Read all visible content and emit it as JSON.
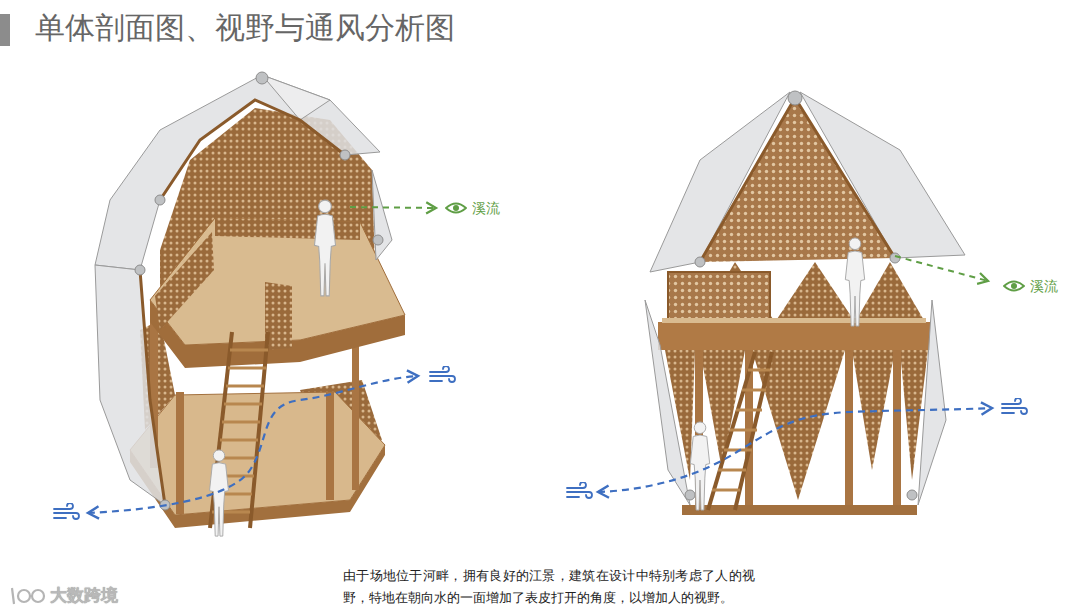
{
  "diagram": {
    "title": "单体剖面图、视野与通风分析图",
    "caption": "由于场地位于河畔，拥有良好的江景，建筑在设计中特别考虑了人的视野，特地在朝向水的一面增加了表皮打开的角度，以增加人的视野。",
    "labels": [
      "溪流",
      "溪流",
      "大数跨境"
    ]
  }
}
